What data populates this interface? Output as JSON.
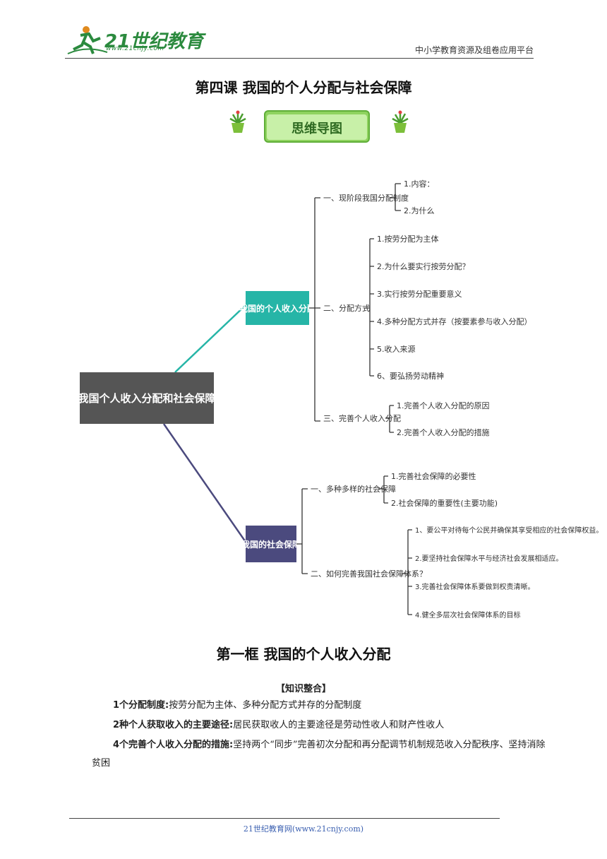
{
  "header": {
    "logo_text": "21世纪教育",
    "logo_url": "www.21cnjy.com",
    "right_text": "中小学教育资源及组卷应用平台"
  },
  "title": "第四课  我国的个人分配与社会保障",
  "banner": "思维导图",
  "mindmap": {
    "root": "我国个人收入分配和社会保障",
    "branch1": {
      "label": "我国的个人收入分配",
      "sub1": {
        "label": "一、现阶段我国分配制度",
        "items": [
          "1.内容：",
          "2.为什么"
        ]
      },
      "sub2": {
        "label": "二、分配方式",
        "items": [
          "1.按劳分配为主体",
          "2.为什么要实行按劳分配？",
          "3.实行按劳分配重要意义",
          "4.多种分配方式并存（按要素参与收入分配）",
          "5.收入来源",
          "6、要弘扬劳动精神"
        ]
      },
      "sub3": {
        "label": "三、完善个人收入分配",
        "items": [
          "1.完善个人收入分配的原因",
          "2.完善个人收入分配的措施"
        ]
      }
    },
    "branch2": {
      "label": "我国的社会保障",
      "sub1": {
        "label": "一、多种多样的社会保障",
        "items": [
          "1.完善社会保障的必要性",
          "2.社会保障的重要性(主要功能)"
        ]
      },
      "sub2": {
        "label": "二、如何完善我国社会保障体系？",
        "items": [
          "1、要公平对待每个公民并确保其享受相应的社会保障权益。",
          "2.要坚持社会保障水平与经济社会发展相适应。",
          "3.完善社会保障体系要做到权责清晰。",
          "4.健全多层次社会保障体系的目标"
        ]
      }
    },
    "colors": {
      "branch1": "#26b5a7",
      "branch2": "#4b4a7e",
      "root": "#555555",
      "line1": "#26b5a7",
      "line2": "#4b4a7e"
    }
  },
  "section": {
    "title": "第一框  我国的个人收入分配",
    "heading": "【知识整合】",
    "paras": [
      {
        "label": "1个分配制度:",
        "text": "按劳分配为主体、多种分配方式并存的分配制度"
      },
      {
        "label": "2种个人获取收入的主要途径:",
        "text": "居民获取收人的主要途径是劳动性收人和财产性收人"
      },
      {
        "label": "4个完善个人收入分配的措施:",
        "text": "坚持两个“同步”完善初次分配和再分配调节机制规范收入分配秩序、坚持消除贫困"
      }
    ]
  },
  "footer": "21世纪教育网(www.21cnjy.com)"
}
